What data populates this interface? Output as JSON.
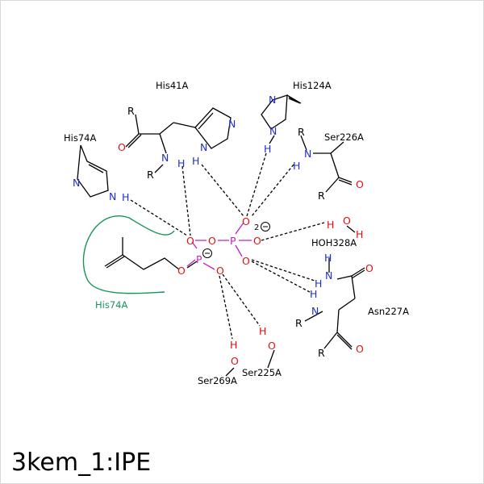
{
  "title": "3kem_1:IPE",
  "colors": {
    "oxygen": "#e01010",
    "nitrogen": "#1f2fd0",
    "phosphorus": "#c020c0",
    "carbon_bond": "#000000",
    "hbond": "#000000",
    "hydrophobic": "#16965a"
  },
  "residues": {
    "his41a": "His41A",
    "his124a": "His124A",
    "his74a_top": "His74A",
    "ser226a": "Ser226A",
    "hoh328a": "HOH328A",
    "asn227a": "Asn227A",
    "ser269a": "Ser269A",
    "ser225a": "Ser225A",
    "his74a_hydrophobic": "His74A"
  },
  "atoms": {
    "o": "O",
    "n": "N",
    "h": "H",
    "p": "P",
    "r": "R"
  },
  "charges": {
    "p2": "2",
    "p1": ""
  }
}
